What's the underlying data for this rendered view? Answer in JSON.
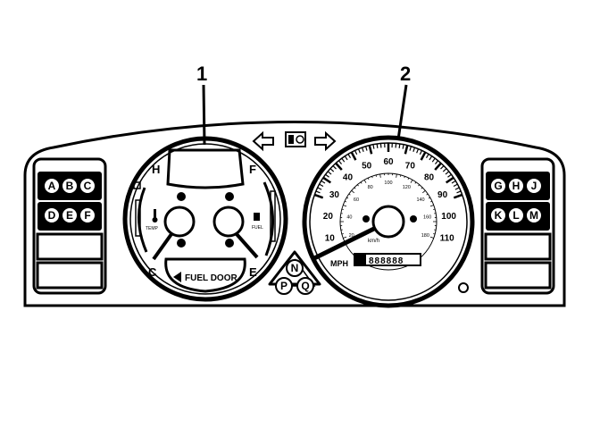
{
  "callouts": {
    "one": "1",
    "two": "2"
  },
  "left_buttons": [
    "A",
    "B",
    "C",
    "D",
    "E",
    "F"
  ],
  "right_buttons": [
    "G",
    "H",
    "J",
    "K",
    "L",
    "M"
  ],
  "center_buttons": [
    "N",
    "P",
    "Q"
  ],
  "gauge_cluster": {
    "hot_label": "H",
    "cold_label": "C",
    "full_label": "F",
    "empty_label": "E",
    "temp_label": "TEMP",
    "fuel_label": "FUEL",
    "fuel_door_label": "FUEL DOOR"
  },
  "speedometer": {
    "mph_ticks": [
      "10",
      "20",
      "30",
      "40",
      "50",
      "60",
      "70",
      "80",
      "90",
      "100",
      "110"
    ],
    "kmh_ticks": [
      "20",
      "40",
      "60",
      "80",
      "100",
      "120",
      "140",
      "160",
      "180"
    ],
    "mph_label": "MPH",
    "kmh_label": "km/h",
    "odometer": "888888"
  }
}
